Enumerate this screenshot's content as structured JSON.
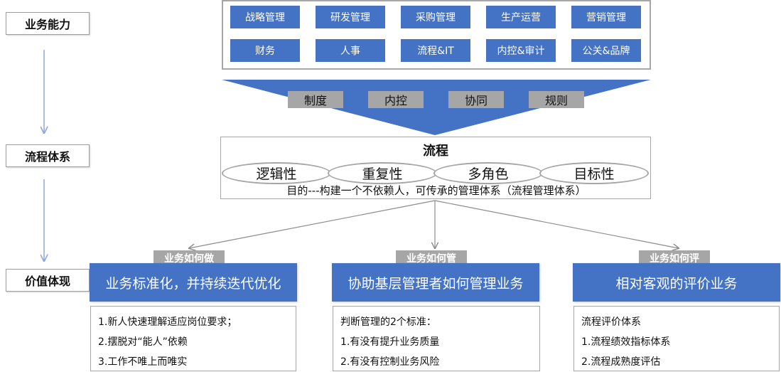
{
  "left_labels": {
    "business_capability": "业务能力",
    "process_system": "流程体系",
    "value_realization": "价值体现"
  },
  "capabilities": [
    "战略管理",
    "研发管理",
    "采购管理",
    "生产运营",
    "营销管理",
    "财务",
    "人事",
    "流程&IT",
    "内控&审计",
    "公关&品牌"
  ],
  "funnel_tags": [
    "制度",
    "内控",
    "协同",
    "规则"
  ],
  "process": {
    "title": "流程",
    "traits": [
      "逻辑性",
      "重复性",
      "多角色",
      "目标性"
    ],
    "purpose": "目的---构建一个不依赖人，可传承的管理体系（流程管理体系）"
  },
  "values": [
    {
      "tag": "业务如何做",
      "title": "业务标准化，并持续迭代优化",
      "lines": [
        "1.新人快速理解适应岗位要求；",
        "2.摆脱对“能人”依赖",
        "3.工作不唯上而唯实"
      ]
    },
    {
      "tag": "业务如何管",
      "title": "协助基层管理者如何管理业务",
      "lines": [
        "判断管理的2个标准：",
        "1.有没有提升业务质量",
        "2.有没有控制业务风险"
      ]
    },
    {
      "tag": "业务如何评",
      "title": "相对客观的评价业务",
      "lines": [
        "流程评价体系",
        "1.流程绩效指标体系",
        "2.流程成熟度评估"
      ]
    }
  ],
  "colors": {
    "blue": "#4472c4",
    "gray": "#a6a6a6",
    "line_blue": "#8ea8da",
    "text": "#111111"
  }
}
